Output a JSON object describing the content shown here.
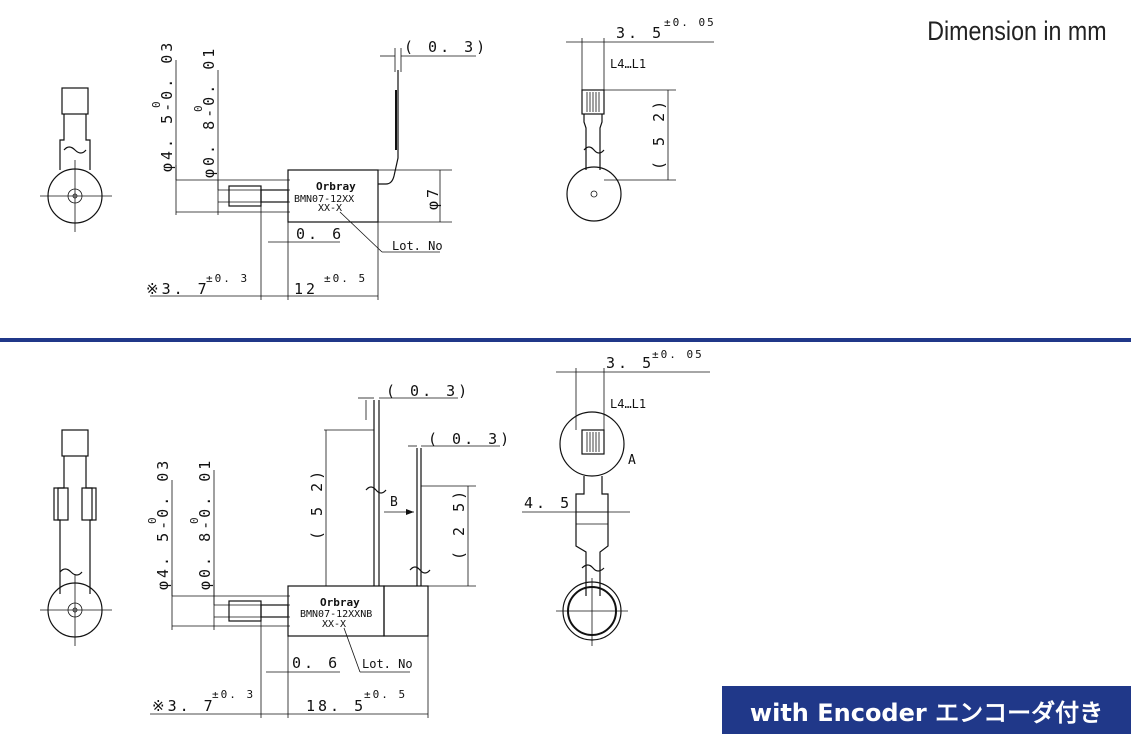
{
  "header": {
    "unit_note": "Dimension in mm"
  },
  "colors": {
    "accent": "#203889",
    "line": "#111111"
  },
  "top": {
    "d_shaft": "φ4. 5-0. 03",
    "d_shaft_zero": "0",
    "d_pin": "φ0. 8-0. 01",
    "d_pin_zero": "0",
    "lead_gap": "( 0. 3)",
    "brand": "Orbray",
    "model": "BMN07-12XX",
    "lot_code": "XX-X",
    "body_dia": "φ7",
    "step": "0. 6",
    "lot_label": "Lot. No",
    "len_a": "※3. 7",
    "len_a_tol": "±0. 3",
    "len_b": "12",
    "len_b_tol": "±0. 5",
    "width": "3. 5",
    "width_tol": "±0. 05",
    "lead_label": "L4…L1",
    "lead_len": "( 5 2)"
  },
  "bottom": {
    "d_shaft": "φ4. 5-0. 03",
    "d_shaft_zero": "0",
    "d_pin": "φ0. 8-0. 01",
    "d_pin_zero": "0",
    "lead_gap1": "( 0. 3)",
    "lead_gap2": "( 0. 3)",
    "lead_len1": "( 5 2)",
    "lead_len2": "( 2 5)",
    "b_label": "B",
    "brand": "Orbray",
    "model": "BMN07-12XXNB",
    "lot_code": "XX-X",
    "step": "0. 6",
    "lot_label": "Lot. No",
    "len_a": "※3. 7",
    "len_a_tol": "±0. 3",
    "len_b": "18. 5",
    "len_b_tol": "±0. 5",
    "width": "3. 5",
    "width_tol": "±0. 05",
    "lead_label": "L4…L1",
    "a_label": "A",
    "conn_width": "4. 5"
  },
  "footer": {
    "badge": "with Encoder  エンコーダ付き"
  }
}
